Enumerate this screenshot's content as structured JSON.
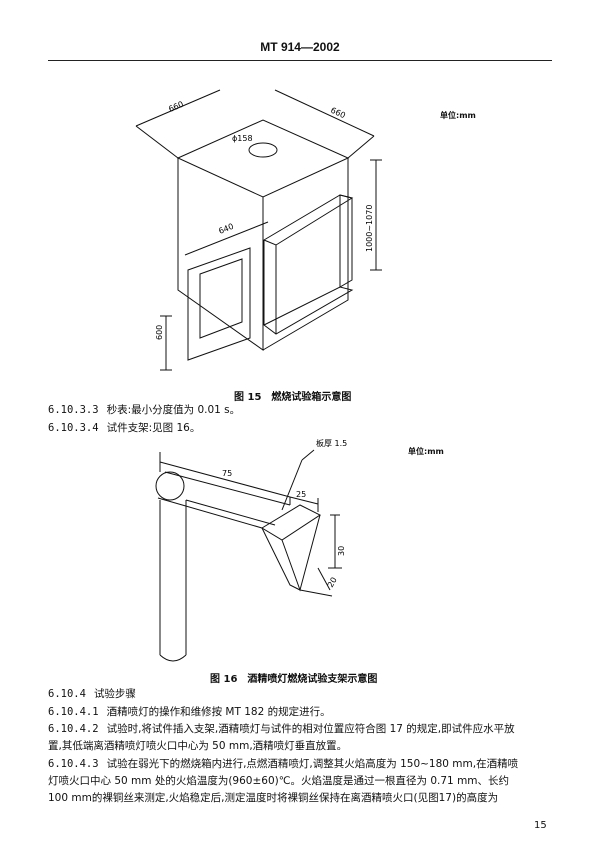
{
  "header": {
    "title": "MT 914—2002"
  },
  "figure15": {
    "unit": "单位:mm",
    "caption": "图 15　燃烧试验箱示意图",
    "dims": {
      "width_left": "660",
      "width_right": "660",
      "hole": "ϕ158",
      "height_range": "1000~1070",
      "opening_width": "640",
      "opening_height": "600"
    }
  },
  "sections_mid": [
    {
      "num": "6.10.3.3",
      "text": "秒表:最小分度值为 0.01 s。"
    },
    {
      "num": "6.10.3.4",
      "text": "试件支架:见图 16。"
    }
  ],
  "figure16": {
    "unit": "单位:mm",
    "caption": "图 16　酒精喷灯燃烧试验支架示意图",
    "dims": {
      "plate": "板厚 1.5",
      "len": "75",
      "seg": "25",
      "h1": "30",
      "h2": "20"
    }
  },
  "sections_bottom": {
    "heading": {
      "num": "6.10.4",
      "text": "试验步骤"
    },
    "lines": [
      {
        "num": "6.10.4.1",
        "text": "酒精喷灯的操作和维修按 MT 182 的规定进行。"
      },
      {
        "num": "6.10.4.2",
        "text": "试验时,将试件插入支架,酒精喷灯与试件的相对位置应符合图 17 的规定,即试件应水平放"
      },
      {
        "num": "",
        "text": "置,其低端离酒精喷灯喷火口中心为 50 mm,酒精喷灯垂直放置。"
      },
      {
        "num": "6.10.4.3",
        "text": "试验在弱光下的燃烧箱内进行,点燃酒精喷灯,调整其火焰高度为 150~180 mm,在酒精喷"
      },
      {
        "num": "",
        "text": "灯喷火口中心 50 mm 处的火焰温度为(960±60)℃。火焰温度是通过一根直径为 0.71 mm、长约"
      },
      {
        "num": "",
        "text": "100 mm的裸铜丝来测定,火焰稳定后,测定温度时将裸铜丝保持在离酒精喷火口(见图17)的高度为"
      }
    ]
  },
  "footer": {
    "page": "15"
  }
}
